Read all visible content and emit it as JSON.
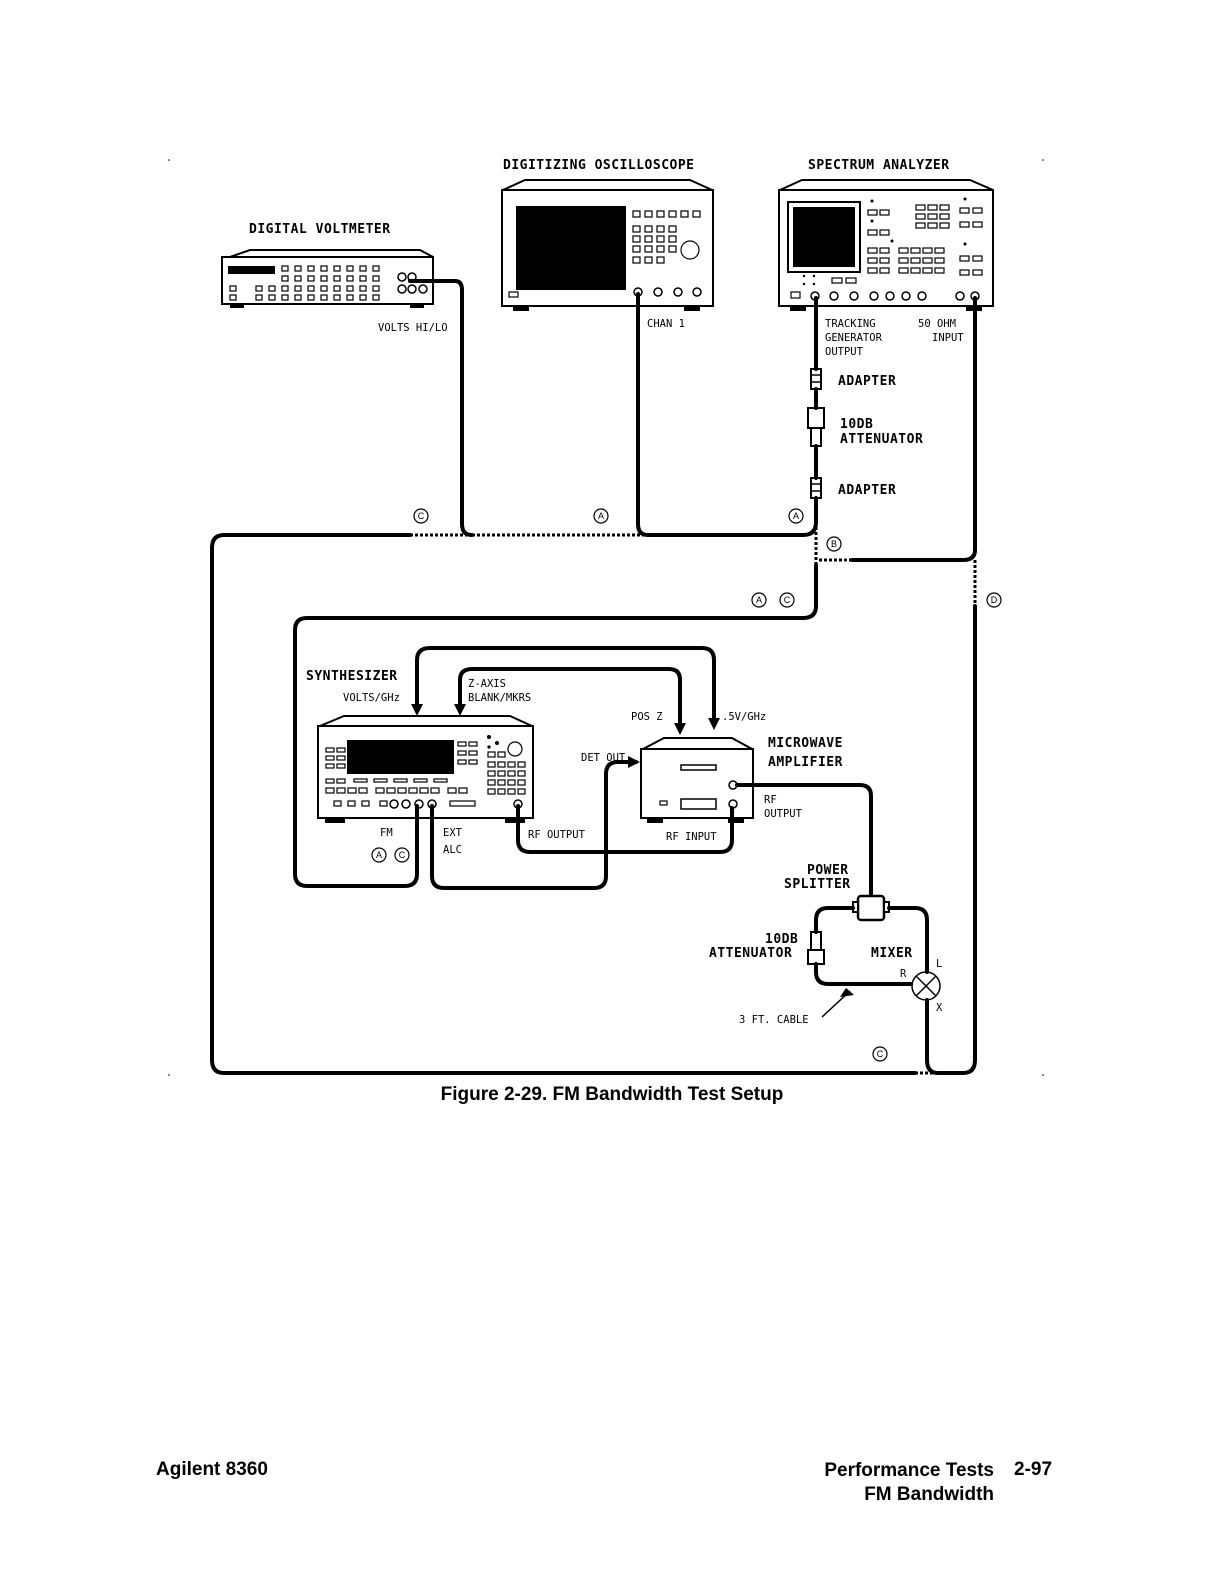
{
  "instruments": {
    "dvm": "DIGITAL VOLTMETER",
    "osc": "DIGITIZING OSCILLOSCOPE",
    "sa": "SPECTRUM ANALYZER",
    "synth": "SYNTHESIZER",
    "amp_l1": "MICROWAVE",
    "amp_l2": "AMPLIFIER",
    "splitter_l1": "POWER",
    "splitter_l2": "SPLITTER",
    "mixer": "MIXER"
  },
  "parts": {
    "adapter_top": "ADAPTER",
    "atten_top_l1": "10DB",
    "atten_top_l2": "ATTENUATOR",
    "adapter_bottom": "ADAPTER",
    "atten_bot_l1": "10DB",
    "atten_bot_l2": "ATTENUATOR"
  },
  "ports": {
    "volts_hilo": "VOLTS  HI/LO",
    "chan1": "CHAN  1",
    "tracking_l1": "TRACKING",
    "tracking_l2": "GENERATOR",
    "tracking_l3": "OUTPUT",
    "input50_l1": "50  OHM",
    "input50_l2": "INPUT",
    "volts_ghz": "VOLTS/GHz",
    "zaxis_l1": "Z-AXIS",
    "zaxis_l2": "BLANK/MKRS",
    "pos_z": "POS  Z",
    "v_ghz": ".5V/GHz",
    "det_out": "DET  OUT",
    "rf_output_amp_l1": "RF",
    "rf_output_amp_l2": "OUTPUT",
    "rf_input": "RF  INPUT",
    "rf_output_synth": "RF  OUTPUT",
    "fm": "FM",
    "ext": "EXT",
    "alc": "ALC",
    "mixer_r": "R",
    "mixer_l": "L",
    "mixer_x": "X",
    "cable": "3  FT.  CABLE"
  },
  "markers": {
    "a": "A",
    "b": "B",
    "c": "C",
    "d": "D"
  },
  "caption": "Figure 2-29. FM Bandwidth Test Setup",
  "footer": {
    "left": "Agilent 8360",
    "right_line1": "Performance Tests",
    "page": "2-97",
    "right_line2": "FM Bandwidth"
  }
}
